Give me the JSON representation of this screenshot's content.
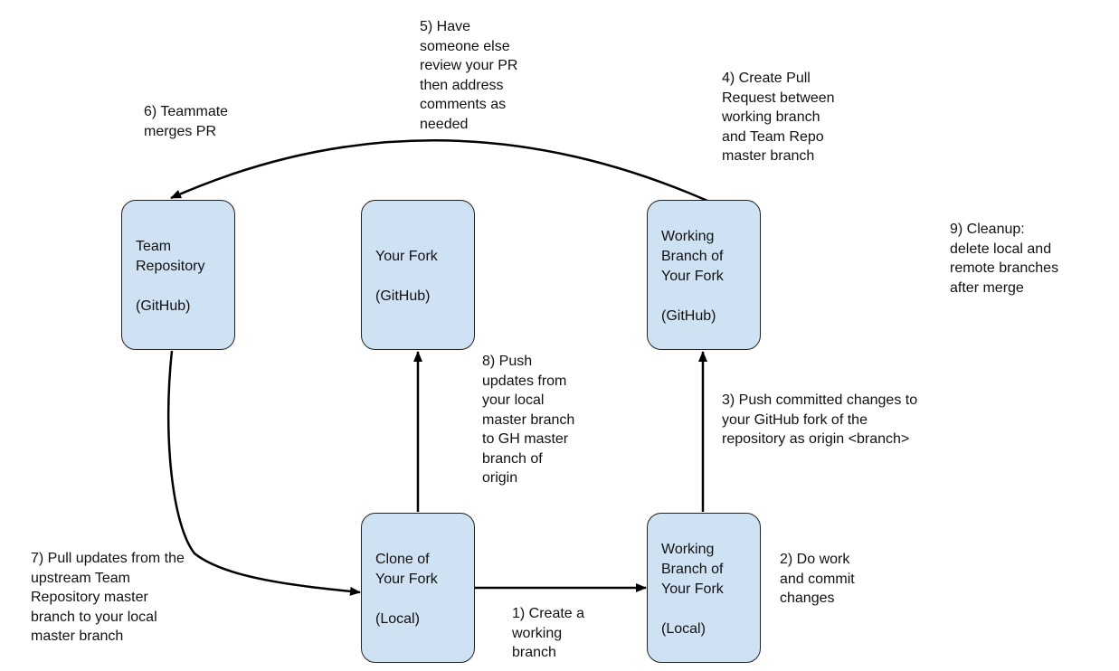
{
  "colors": {
    "box_fill": "#cfe2f3",
    "stroke": "#000000",
    "text": "#111111",
    "background": "#ffffff"
  },
  "boxes": {
    "team_repo": [
      "Team",
      "Repository",
      "",
      "(GitHub)"
    ],
    "your_fork": [
      "Your Fork",
      "",
      "(GitHub)"
    ],
    "working_branch_github": [
      "Working",
      "Branch of",
      "Your Fork",
      "",
      "(GitHub)"
    ],
    "clone_local": [
      "Clone of",
      "Your Fork",
      "",
      "(Local)"
    ],
    "working_branch_local": [
      "Working",
      "Branch of",
      "Your Fork",
      "",
      "(Local)"
    ]
  },
  "steps": {
    "step1": [
      "1) Create a",
      "working",
      "branch"
    ],
    "step2": [
      "2) Do work",
      "and commit",
      "changes"
    ],
    "step3": [
      "3) Push committed changes to",
      "your GitHub fork of the",
      "repository as origin <branch>"
    ],
    "step4": [
      "4) Create Pull",
      "Request between",
      "working branch",
      "and Team Repo",
      "master branch"
    ],
    "step5": [
      "5) Have",
      "someone else",
      "review your PR",
      "then address",
      "comments as",
      "needed"
    ],
    "step6": [
      "6) Teammate",
      "merges PR"
    ],
    "step7": [
      "7) Pull updates from the",
      "upstream Team",
      "Repository master",
      "branch to your local",
      "master branch"
    ],
    "step8": [
      "8) Push",
      "updates from",
      "your local",
      "master branch",
      "to GH master",
      "branch of",
      "origin"
    ],
    "step9": [
      "9) Cleanup:",
      "delete local and",
      "remote branches",
      "after merge"
    ]
  }
}
